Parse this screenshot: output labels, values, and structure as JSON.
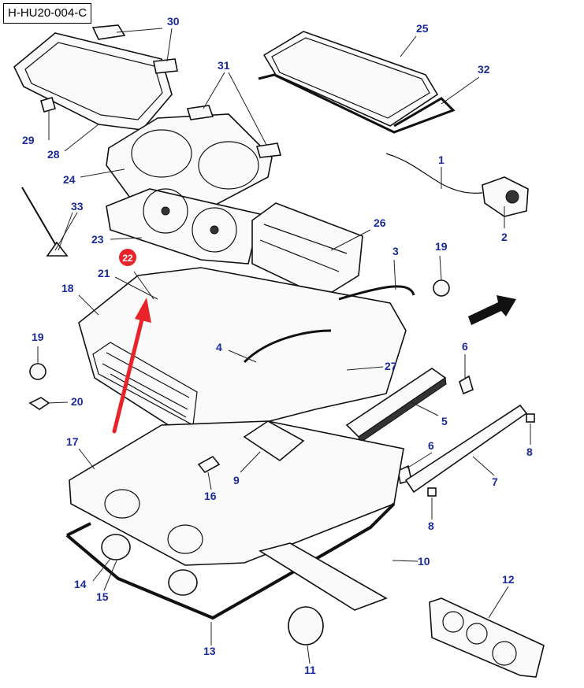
{
  "diagram": {
    "code": "H-HU20-004-C",
    "highlight_badge": "22",
    "accent_color": "#e8232a",
    "label_color": "#1a2a9c",
    "labels": {
      "l1": "1",
      "l2": "2",
      "l3": "3",
      "l4": "4",
      "l5": "5",
      "l6a": "6",
      "l6b": "6",
      "l7": "7",
      "l8a": "8",
      "l8b": "8",
      "l9": "9",
      "l10": "10",
      "l11": "11",
      "l12": "12",
      "l13": "13",
      "l14": "14",
      "l15": "15",
      "l16": "16",
      "l17": "17",
      "l18": "18",
      "l19a": "19",
      "l19b": "19",
      "l20": "20",
      "l21": "21",
      "l23": "23",
      "l24": "24",
      "l25": "25",
      "l26": "26",
      "l27": "27",
      "l28": "28",
      "l29": "29",
      "l30": "30",
      "l31": "31",
      "l32": "32",
      "l33": "33"
    }
  }
}
